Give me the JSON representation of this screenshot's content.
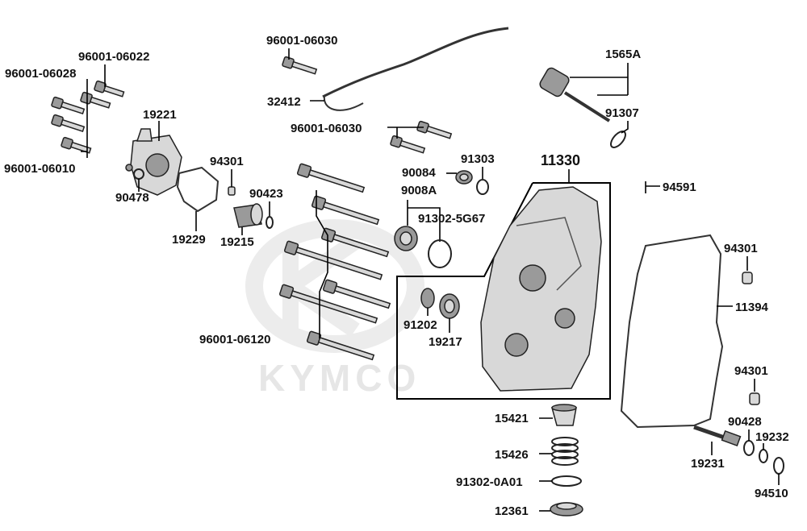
{
  "watermark": "KYMCO",
  "labels": {
    "p96001_06030_top": "96001-06030",
    "p96001_06022": "96001-06022",
    "p96001_06028": "96001-06028",
    "p1565A": "1565A",
    "p32412": "32412",
    "p19221": "19221",
    "p91307": "91307",
    "p96001_06030_mid": "96001-06030",
    "p11330": "11330",
    "p91303": "91303",
    "p94301_a": "94301",
    "p96001_06010": "96001-06010",
    "p90084": "90084",
    "p9008A": "9008A",
    "p94591": "94591",
    "p90478": "90478",
    "p90423": "90423",
    "p91302_5G67": "91302-5G67",
    "p19229": "19229",
    "p19215": "19215",
    "p94301_b": "94301",
    "p11394": "11394",
    "p91202": "91202",
    "p19217": "19217",
    "p96001_06120": "96001-06120",
    "p94301_c": "94301",
    "p15421": "15421",
    "p90428": "90428",
    "p19232": "19232",
    "p15426": "15426",
    "p19231": "19231",
    "p91302_0A01": "91302-0A01",
    "p94510": "94510",
    "p12361": "12361"
  }
}
